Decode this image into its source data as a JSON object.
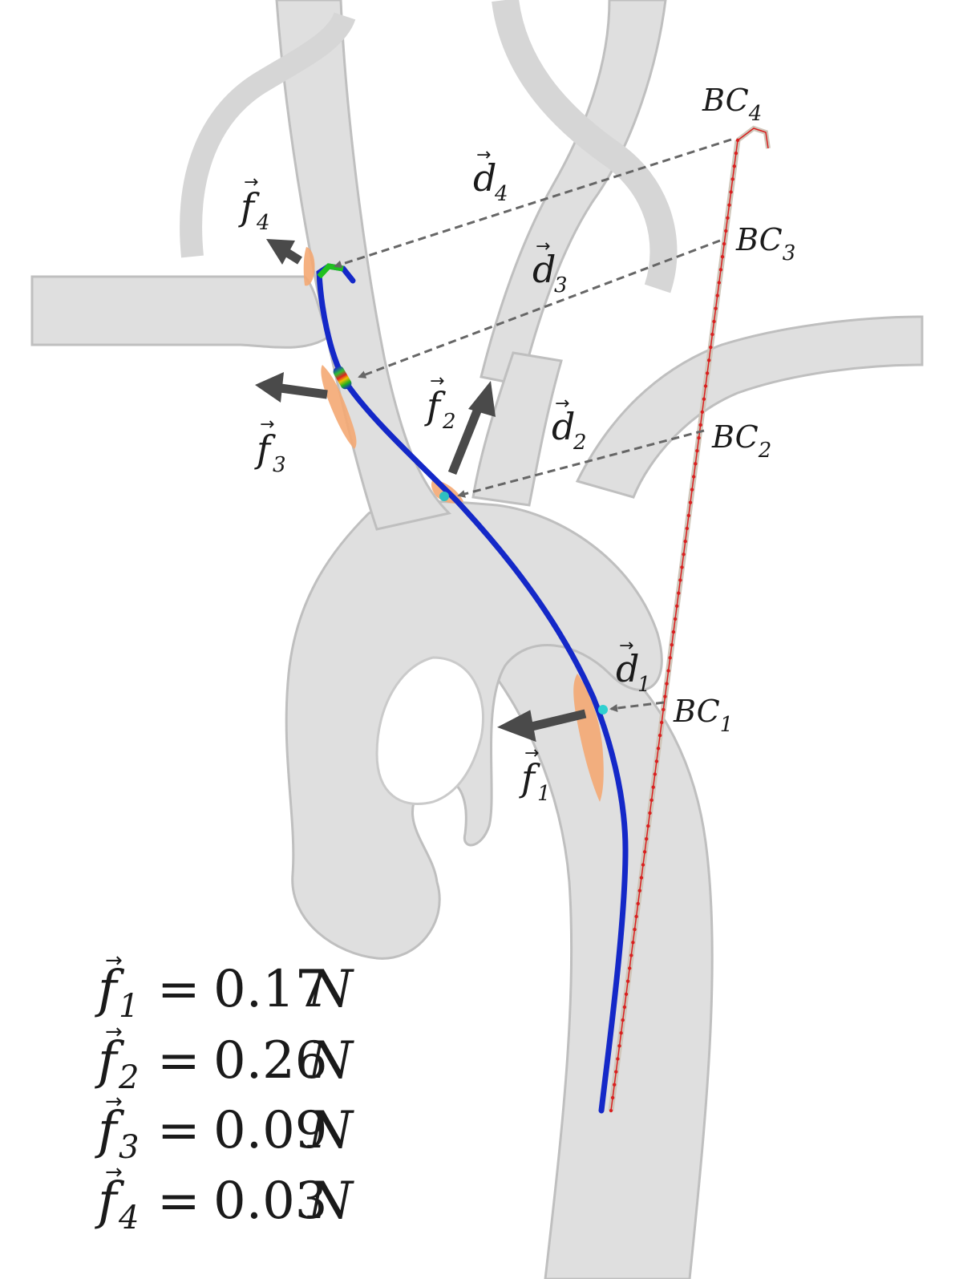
{
  "colors": {
    "vessel_fill": "#dcdcdc",
    "vessel_edge": "#bdbdbd",
    "guidewire": "#1428c8",
    "contact_patch": "#f4a873",
    "force_arrow": "#4a4a4a",
    "dashed_line": "#666666",
    "reference_rod": "#d8cfc4",
    "reference_nodes": "#d92020"
  },
  "icons": {
    "force_arrow": "arrow-icon",
    "contact_patch": "patch-shape"
  },
  "boundary_conditions": [
    {
      "letter": "BC",
      "index": "1"
    },
    {
      "letter": "BC",
      "index": "2"
    },
    {
      "letter": "BC",
      "index": "3"
    },
    {
      "letter": "BC",
      "index": "4"
    }
  ],
  "displacements": [
    {
      "letter": "d",
      "index": "1"
    },
    {
      "letter": "d",
      "index": "2"
    },
    {
      "letter": "d",
      "index": "3"
    },
    {
      "letter": "d",
      "index": "4"
    }
  ],
  "forces": [
    {
      "letter": "f",
      "index": "1"
    },
    {
      "letter": "f",
      "index": "2"
    },
    {
      "letter": "f",
      "index": "3"
    },
    {
      "letter": "f",
      "index": "4"
    }
  ],
  "force_values": [
    {
      "letter": "f",
      "index": "1",
      "relation": "=",
      "value": "0.17",
      "unit": "N"
    },
    {
      "letter": "f",
      "index": "2",
      "relation": "=",
      "value": "0.26",
      "unit": "N"
    },
    {
      "letter": "f",
      "index": "3",
      "relation": "=",
      "value": "0.09",
      "unit": "N"
    },
    {
      "letter": "f",
      "index": "4",
      "relation": "=",
      "value": "0.03",
      "unit": "N"
    }
  ]
}
